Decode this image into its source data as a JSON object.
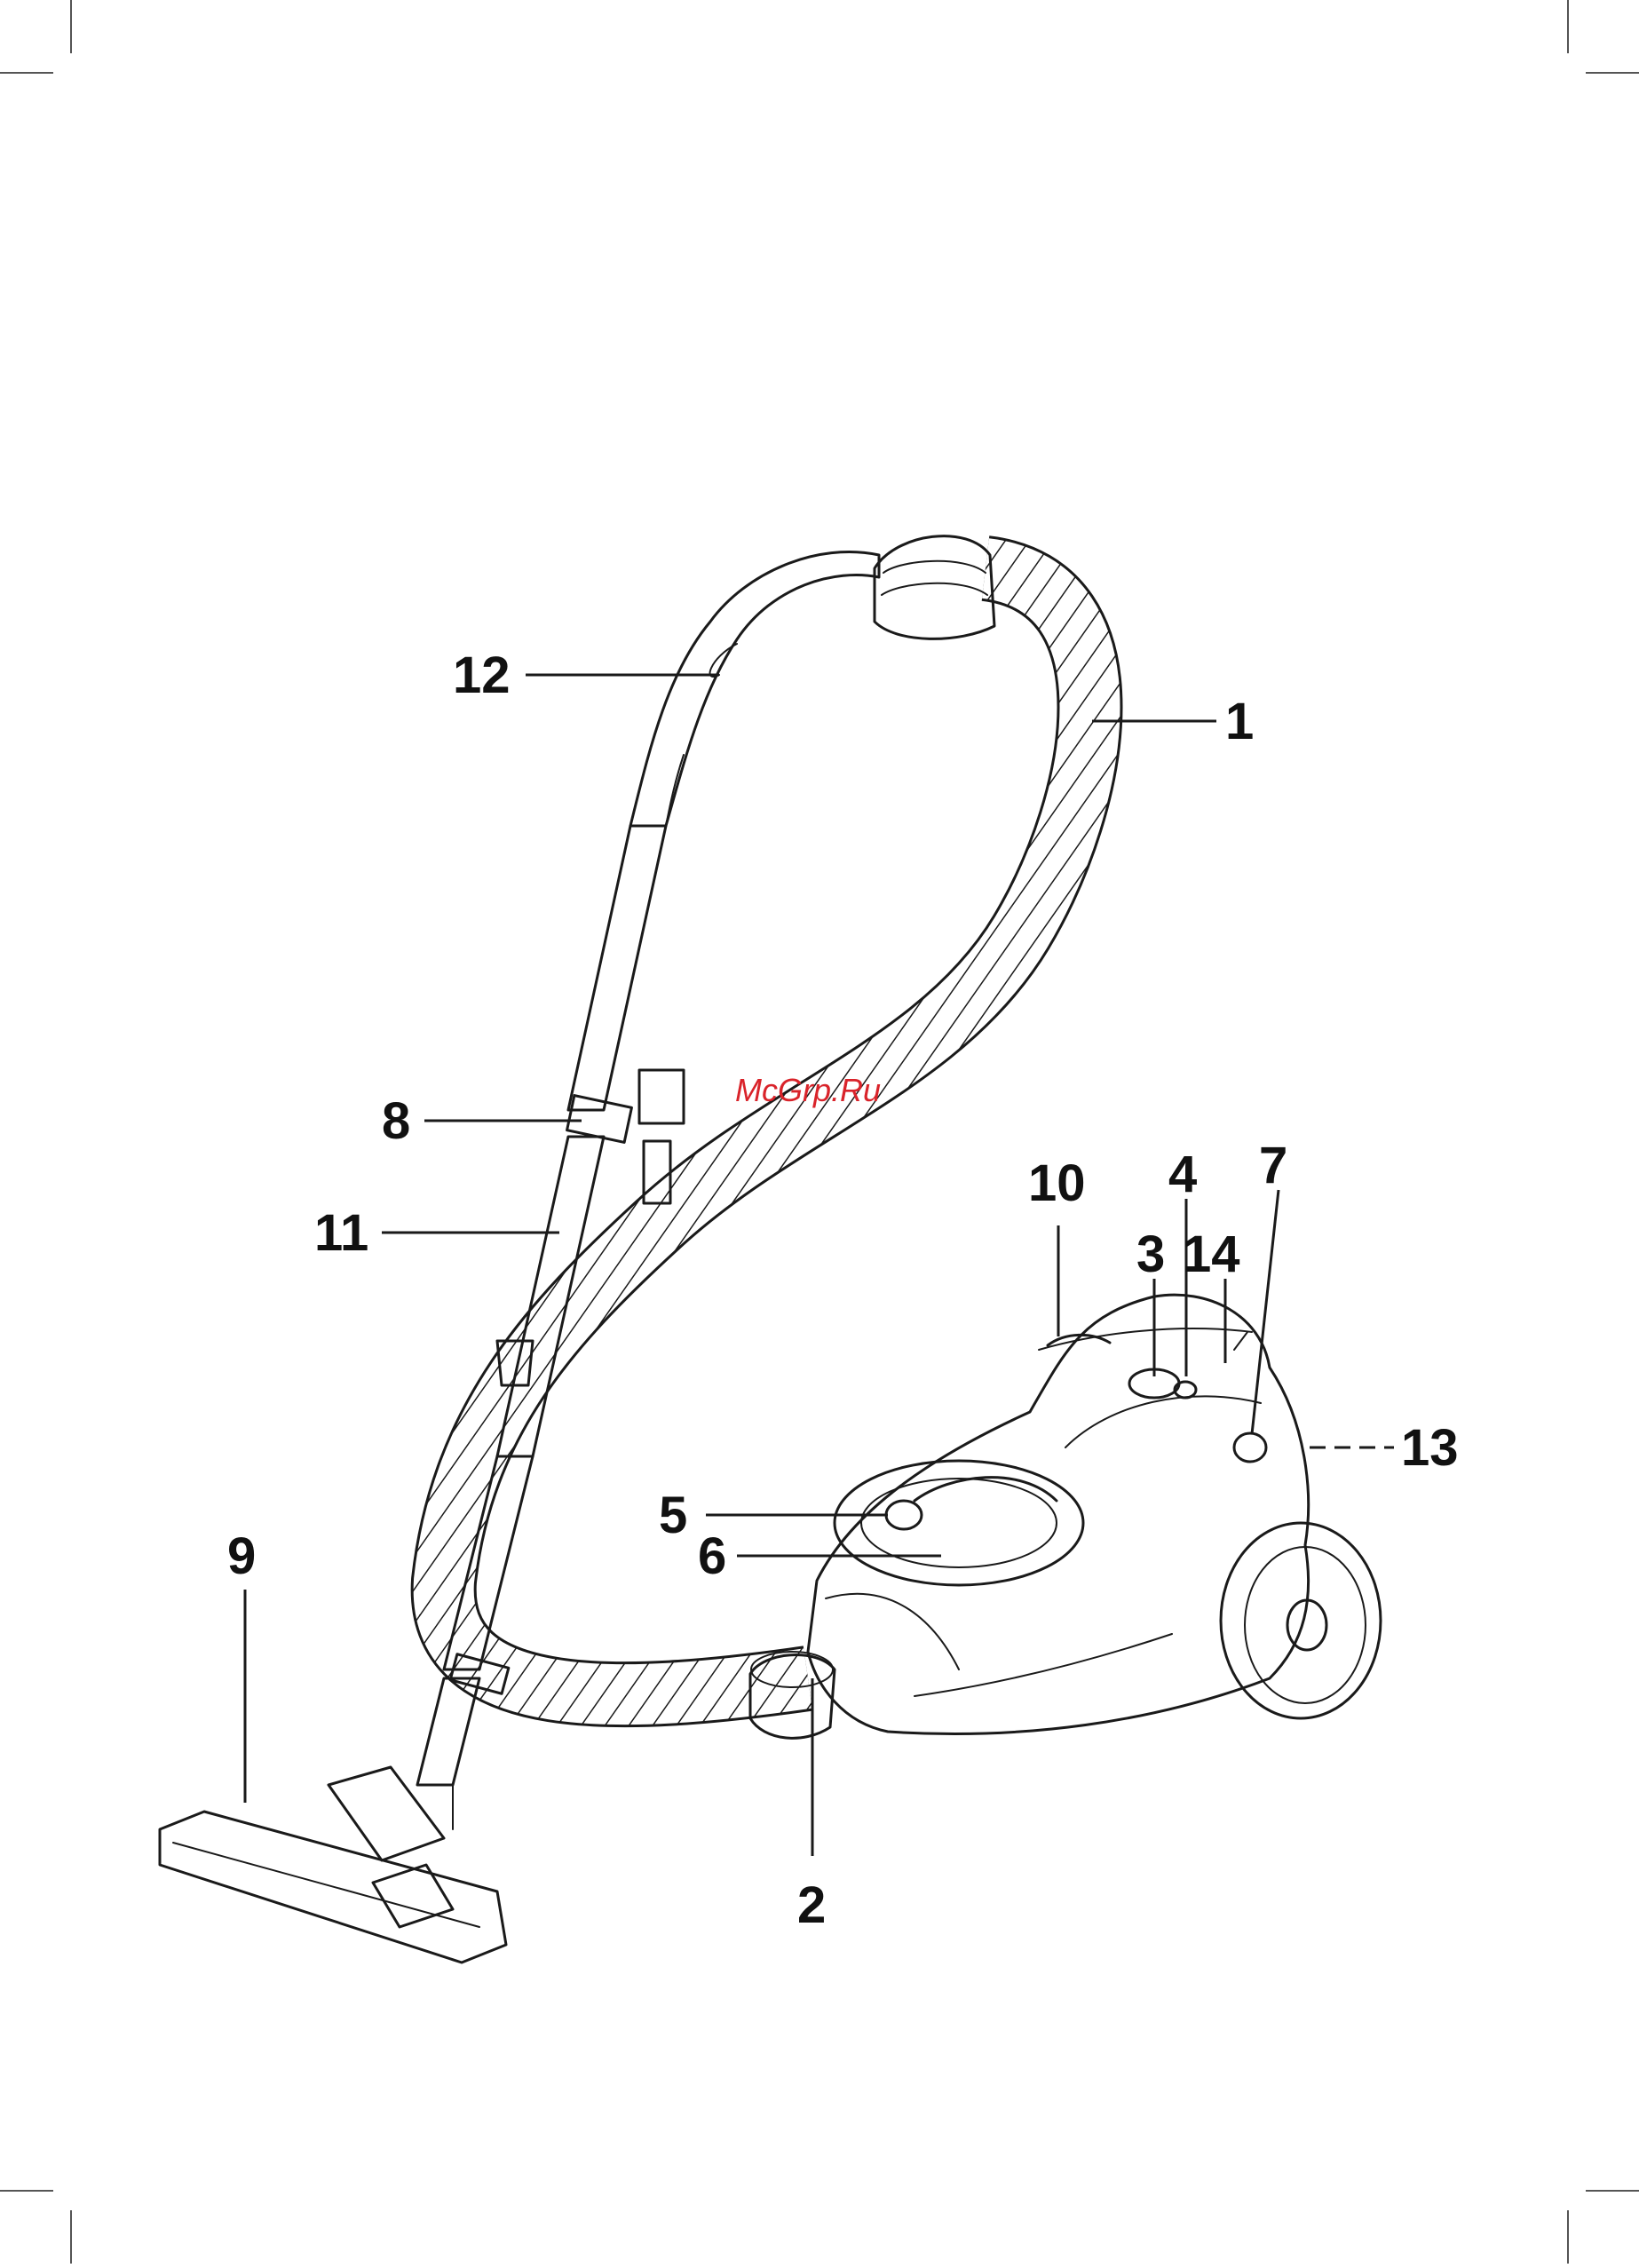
{
  "diagram": {
    "callouts": [
      {
        "id": "1",
        "label": "1"
      },
      {
        "id": "2",
        "label": "2"
      },
      {
        "id": "3",
        "label": "3"
      },
      {
        "id": "4",
        "label": "4"
      },
      {
        "id": "5",
        "label": "5"
      },
      {
        "id": "6",
        "label": "6"
      },
      {
        "id": "7",
        "label": "7"
      },
      {
        "id": "8",
        "label": "8"
      },
      {
        "id": "9",
        "label": "9"
      },
      {
        "id": "10",
        "label": "10"
      },
      {
        "id": "11",
        "label": "11"
      },
      {
        "id": "12",
        "label": "12"
      },
      {
        "id": "13",
        "label": "13"
      },
      {
        "id": "14",
        "label": "14"
      }
    ],
    "watermark": "McGrp.Ru",
    "watermark_color": "#d9232a",
    "ink_color": "#1a1a1a",
    "background_color": "#ffffff"
  }
}
